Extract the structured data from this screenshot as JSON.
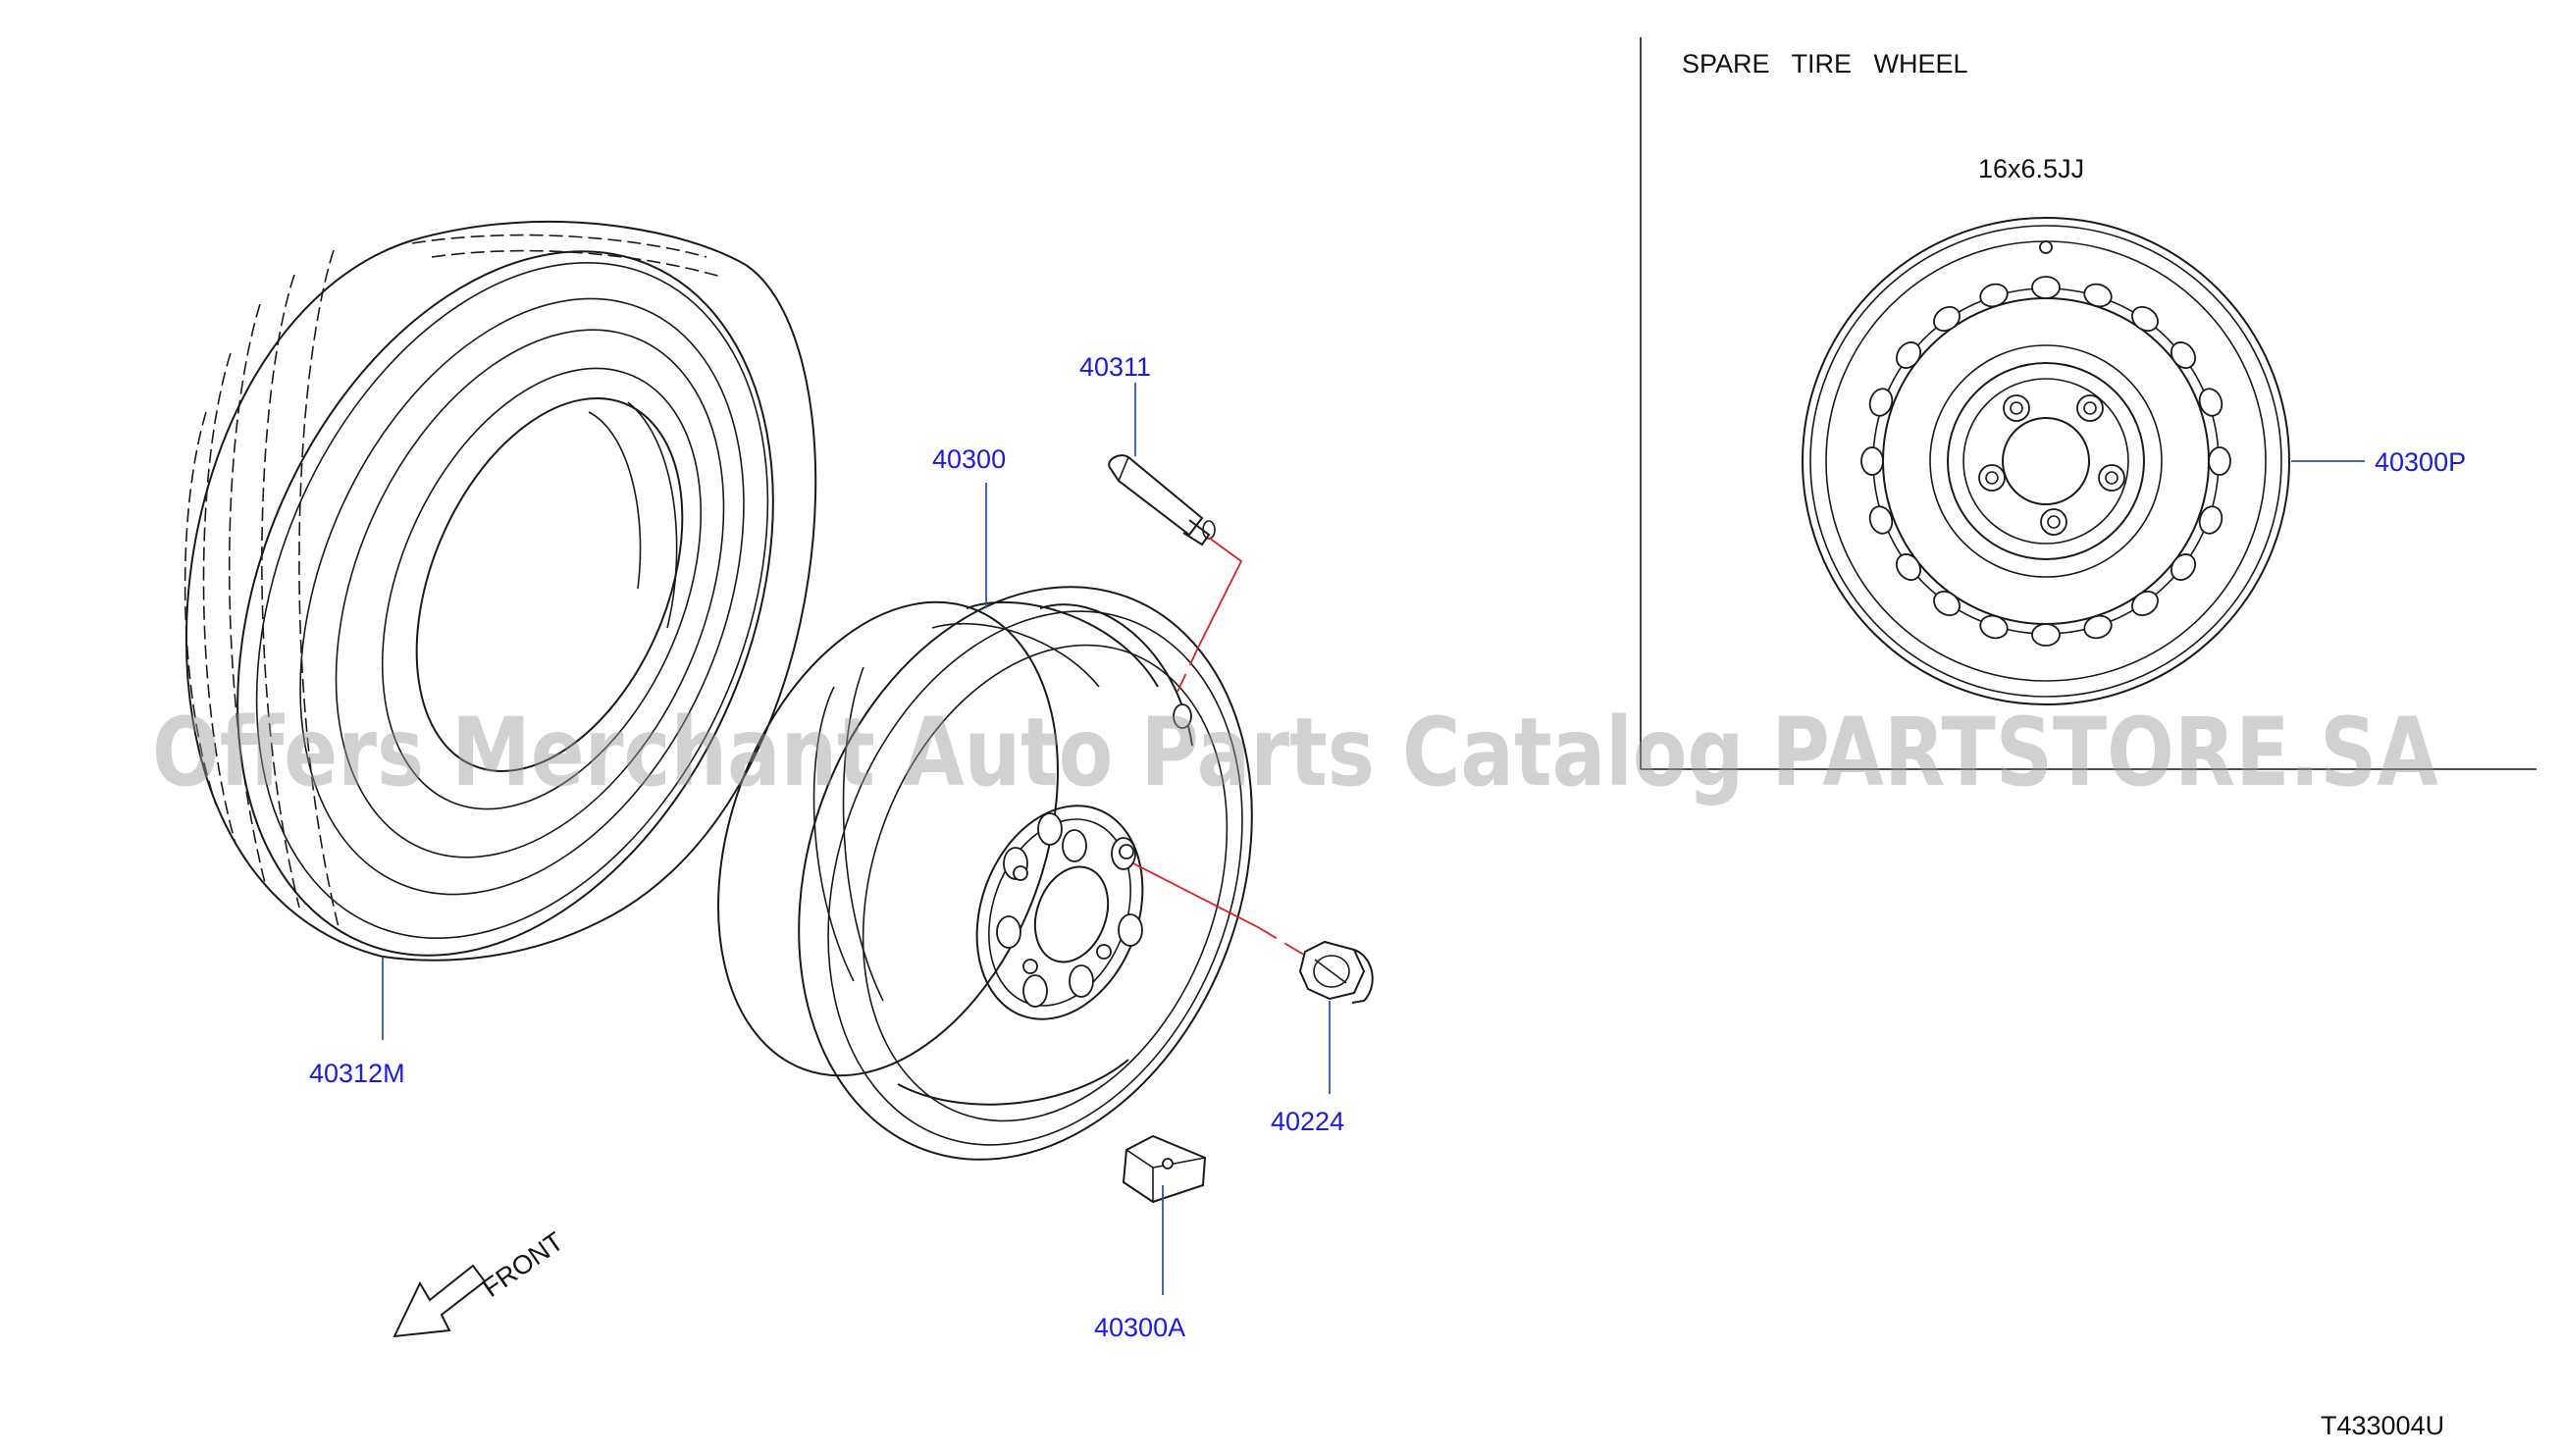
{
  "section": {
    "title": "SPARE   TIRE   WHEEL",
    "wheel_size": "16x6.5JJ"
  },
  "parts": {
    "p40311": "40311",
    "p40300": "40300",
    "p40312M": "40312M",
    "p40224": "40224",
    "p40300A": "40300A",
    "p40300P": "40300P"
  },
  "front_label": "FRONT",
  "drawing_number": "T433004U",
  "watermark": "Offers Merchant Auto Parts Catalog PARTSTORE.SA",
  "colors": {
    "part_number": "#1a1ae6",
    "leader_red": "#e02020",
    "line": "#1a1a1a"
  }
}
